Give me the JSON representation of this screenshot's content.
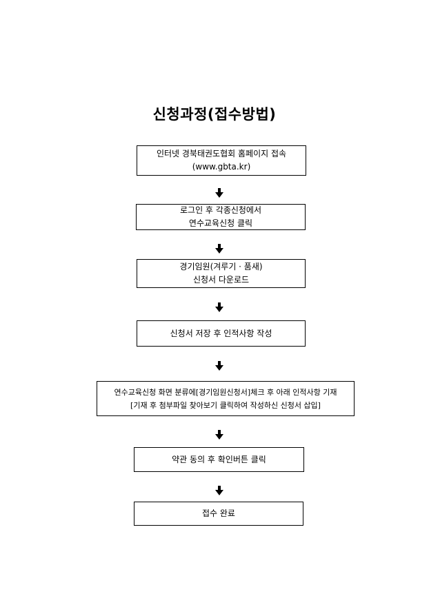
{
  "document": {
    "title": "신청과정(접수방법)",
    "steps": [
      {
        "lines": [
          "인터넷 경북태권도협회 홈페이지 접속",
          "(www.gbta.kr)"
        ]
      },
      {
        "lines": [
          "로그인 후 각종신청에서",
          "연수교육신청 클릭"
        ]
      },
      {
        "lines": [
          "경기임원(겨루기 · 품새)",
          "신청서 다운로드"
        ]
      },
      {
        "lines": [
          "신청서 저장 후 인적사항 작성"
        ]
      },
      {
        "lines": [
          "연수교육신청 화면 분류에[경기임원신청서]체크 후 아래 인적사항 기재",
          "[기재 후 첨부파일 찾아보기 클릭하여 작성하신 신청서 삽입]"
        ]
      },
      {
        "lines": [
          "약관 동의 후 확인버튼 클릭"
        ]
      },
      {
        "lines": [
          "접수 완료"
        ]
      }
    ],
    "arrow_icon": "down-arrow-icon"
  }
}
